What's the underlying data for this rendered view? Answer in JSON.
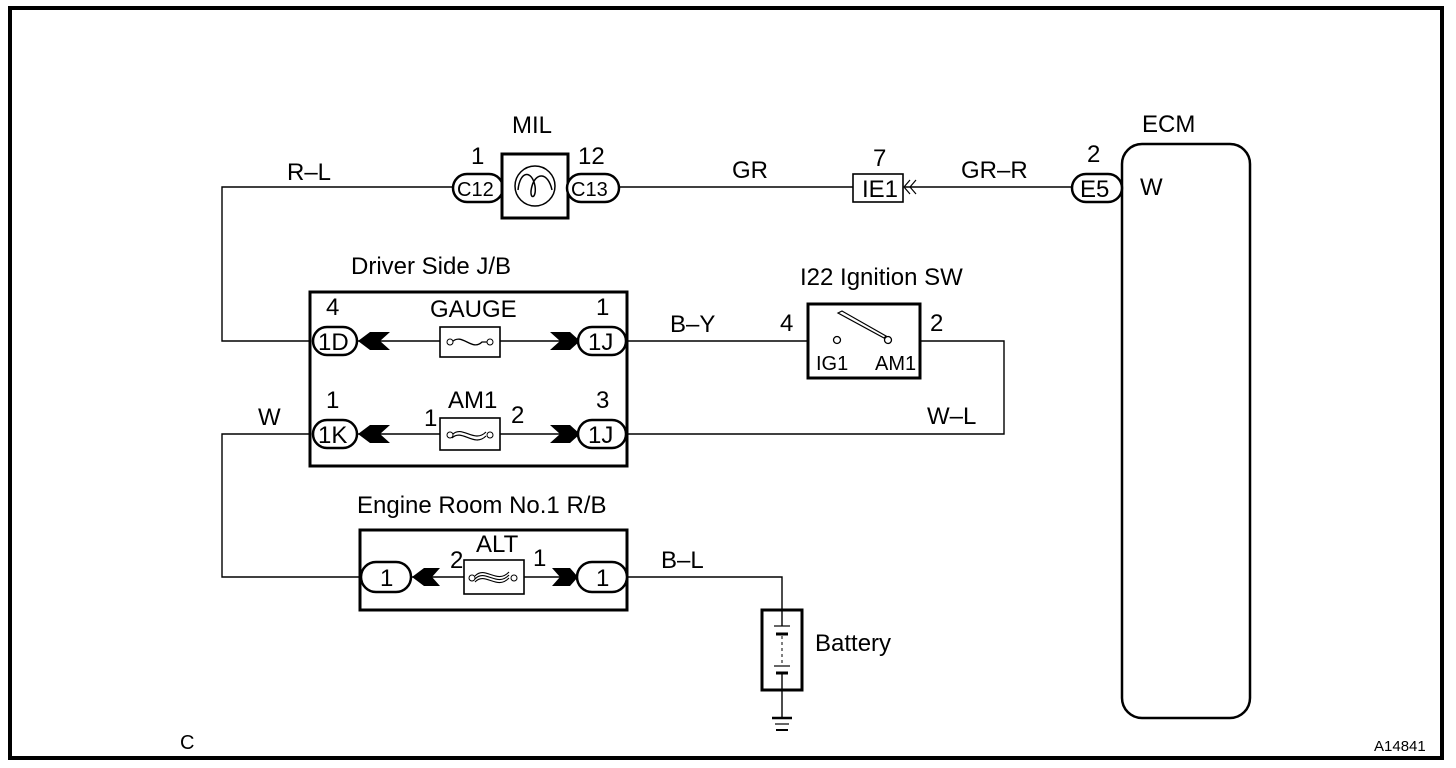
{
  "figure_id": "A14841",
  "corner_mark": "C",
  "components": {
    "mil": {
      "title": "MIL",
      "left_pin": "1",
      "left_connector": "C12",
      "right_pin": "12",
      "right_connector": "C13"
    },
    "junction_ie": {
      "pin": "7",
      "connector": "IE1"
    },
    "ecm": {
      "title": "ECM",
      "pin": "2",
      "connector": "E5",
      "terminal": "W"
    },
    "driver_jb": {
      "title": "Driver Side J/B",
      "gauge_fuse": {
        "label": "GAUGE",
        "left_pin": "4",
        "left_connector": "1D",
        "right_pin": "1",
        "right_connector": "1J"
      },
      "am1_fuse": {
        "label": "AM1",
        "left_pin": "1",
        "left_connector": "1K",
        "fuse_in": "1",
        "fuse_out": "2",
        "right_pin": "3",
        "right_connector": "1J"
      }
    },
    "ignition_sw": {
      "title": "I22 Ignition SW",
      "pin_ig1": "4",
      "pin_am1": "2",
      "contact_ig1": "IG1",
      "contact_am1": "AM1"
    },
    "engine_rb": {
      "title": "Engine Room No.1 R/B",
      "alt_fuse": {
        "label": "ALT",
        "fuse_in": "2",
        "fuse_out": "1",
        "left_connector": "1",
        "right_connector": "1"
      }
    },
    "battery": {
      "title": "Battery"
    }
  },
  "wires": {
    "mil_to_jb": "R–L",
    "mil_to_ie1": "GR",
    "ie1_to_ecm": "GR–R",
    "gauge_to_ig": "B–Y",
    "am1_to_ig": "W–L",
    "jb_to_rb": "W",
    "rb_to_battery": "B–L"
  }
}
